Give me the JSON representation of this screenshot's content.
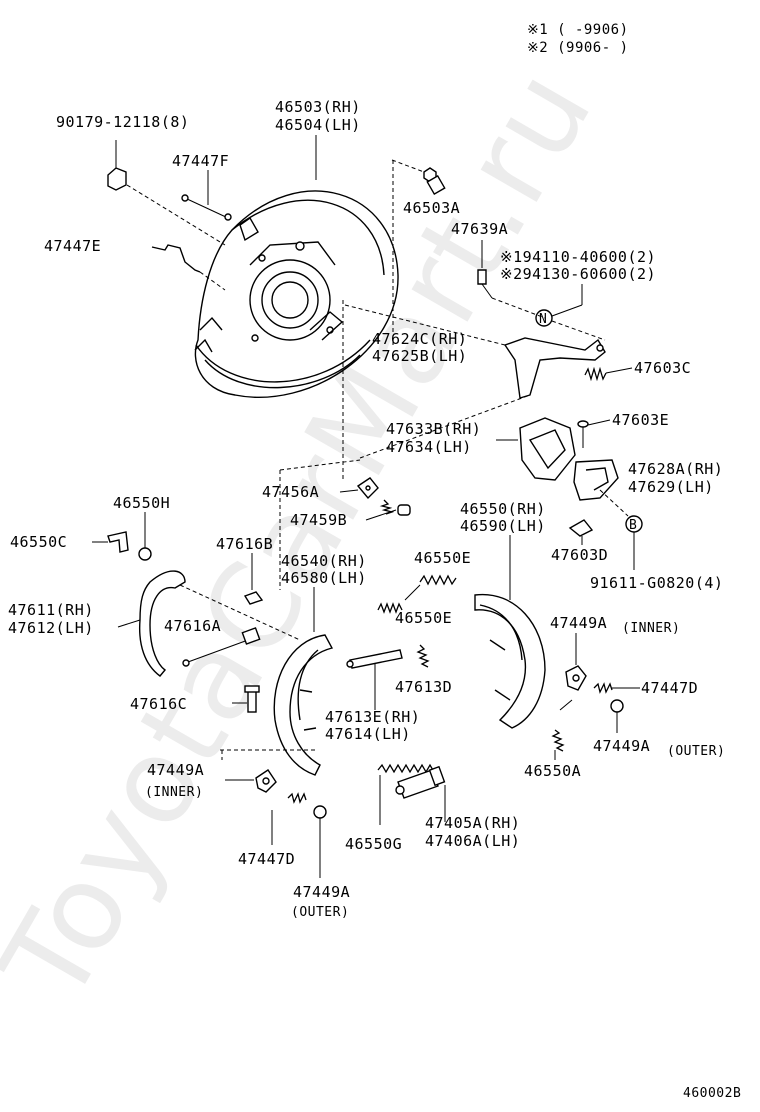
{
  "watermark": "ToyotaCarMart.ru",
  "legend": {
    "note1": "※1 (     -9906)",
    "note2": "※2 (9906-     )"
  },
  "figure_code": "460002B",
  "labels": {
    "p90179": "90179-12118(8)",
    "p46503_rh": "46503(RH)",
    "p46504_lh": "46504(LH)",
    "p47447F": "47447F",
    "p47447E": "47447E",
    "p46503A": "46503A",
    "p47639A": "47639A",
    "p94110": "※194110-40600(2)",
    "p94130": "※294130-60600(2)",
    "circle_n": "N",
    "p47624C": "47624C(RH)",
    "p47625B": "47625B(LH)",
    "p47603C": "47603C",
    "p47633B": "47633B(RH)",
    "p47634": "47634(LH)",
    "p47603E": "47603E",
    "p47628A": "47628A(RH)",
    "p47629": "47629(LH)",
    "p47456A": "47456A",
    "p47459B": "47459B",
    "p46550H": "46550H",
    "p46550C": "46550C",
    "p46550_rh": "46550(RH)",
    "p46590_lh": "46590(LH)",
    "circle_b": "B",
    "p47603D": "47603D",
    "p91611": "91611-G0820(4)",
    "p47616B": "47616B",
    "p46540": "46540(RH)",
    "p46580": "46580(LH)",
    "p46550E_1": "46550E",
    "p46550E_2": "46550E",
    "p47611": "47611(RH)",
    "p47612": "47612(LH)",
    "p47616A": "47616A",
    "p47449A_inner_r": "47449A",
    "inner_r": "(INNER)",
    "p47613D": "47613D",
    "p47447D_r": "47447D",
    "p47616C": "47616C",
    "p47613E": "47613E(RH)",
    "p47614": "47614(LH)",
    "p47449A_outer_r": "47449A",
    "outer_r": "(OUTER)",
    "p46550A": "46550A",
    "p47449A_inner_l": "47449A",
    "inner_l": "(INNER)",
    "p47405A": "47405A(RH)",
    "p47406A": "47406A(LH)",
    "p46550G": "46550G",
    "p47447D_l": "47447D",
    "p47449A_outer_l": "47449A",
    "outer_l": "(OUTER)"
  }
}
